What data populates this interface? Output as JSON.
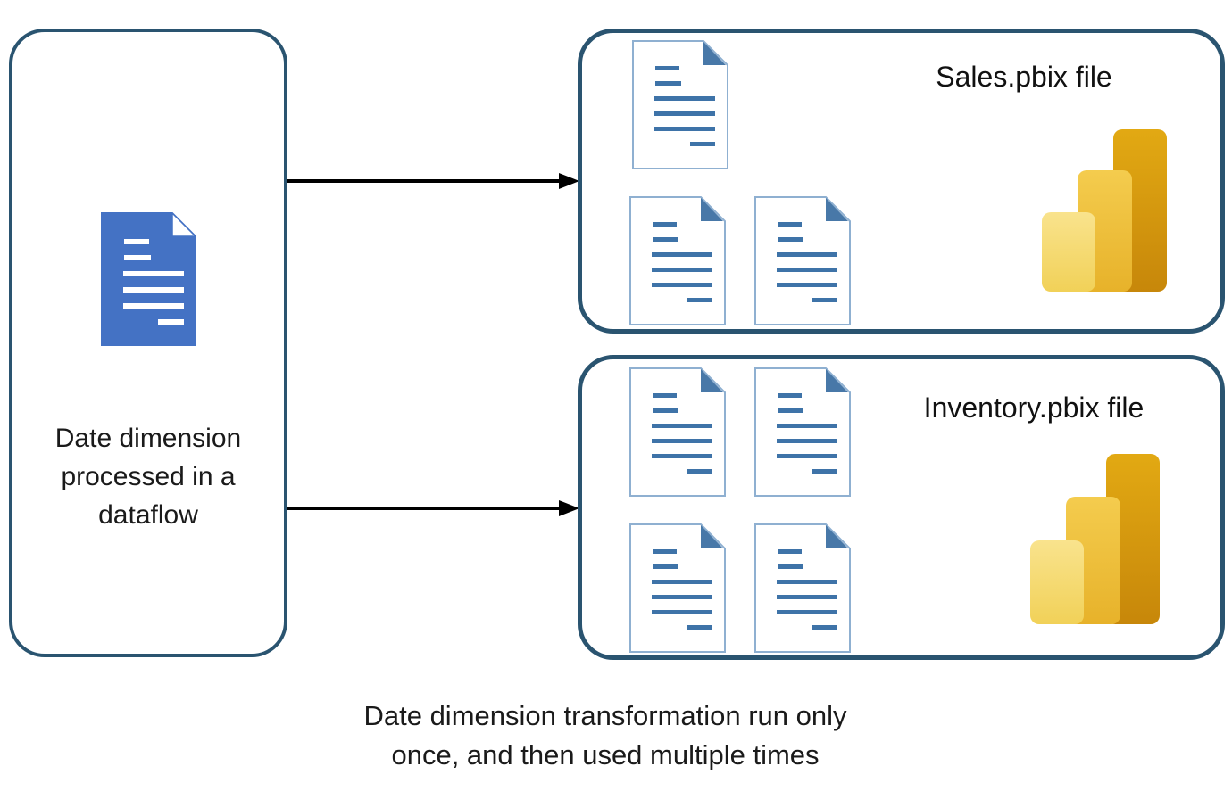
{
  "dataflow_box": {
    "label_lines": [
      "Date dimension",
      "processed in a",
      "dataflow"
    ],
    "icon": "document-icon-blue"
  },
  "sales_box": {
    "label": "Sales.pbix file",
    "document_count": 3,
    "icon": "power-bi-logo"
  },
  "inventory_box": {
    "label": "Inventory.pbix file",
    "document_count": 4,
    "icon": "power-bi-logo"
  },
  "caption_lines": [
    "Date dimension transformation run only",
    "once, and then used multiple times"
  ],
  "colors": {
    "box_border": "#2A5470",
    "arrow": "#000000",
    "blue_document": "#4472C4",
    "doc_outline": "#8FB0D1",
    "doc_fold": "#4878A8",
    "doc_line": "#3E73A8",
    "powerbi_tall_top": "#E2A913",
    "powerbi_tall_bottom": "#C7870A",
    "powerbi_mid_top": "#F4CC4E",
    "powerbi_mid_bottom": "#E7B22A",
    "powerbi_short_top": "#F9E38D",
    "powerbi_short_bottom": "#F1D158"
  }
}
